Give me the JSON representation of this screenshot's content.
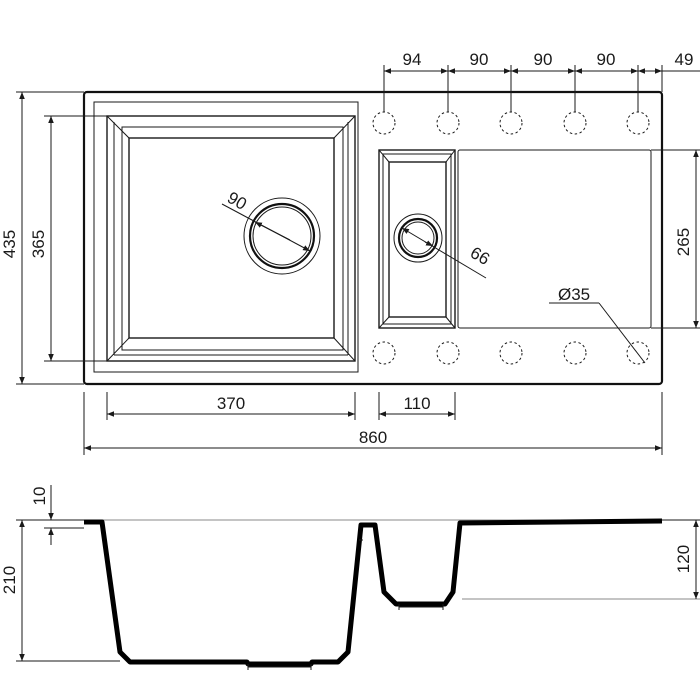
{
  "top_view": {
    "hole_spacing": [
      "94",
      "90",
      "90",
      "90",
      "49"
    ],
    "overall_height": "435",
    "bowl_height": "365",
    "drainboard_height": "265",
    "bowl_width": "370",
    "small_bowl_width": "110",
    "overall_width": "860",
    "main_drain": "90",
    "small_drain": "66",
    "tap_hole": "Ø35"
  },
  "section_view": {
    "rim_thickness": "10",
    "depth_main": "210",
    "depth_small": "120"
  }
}
